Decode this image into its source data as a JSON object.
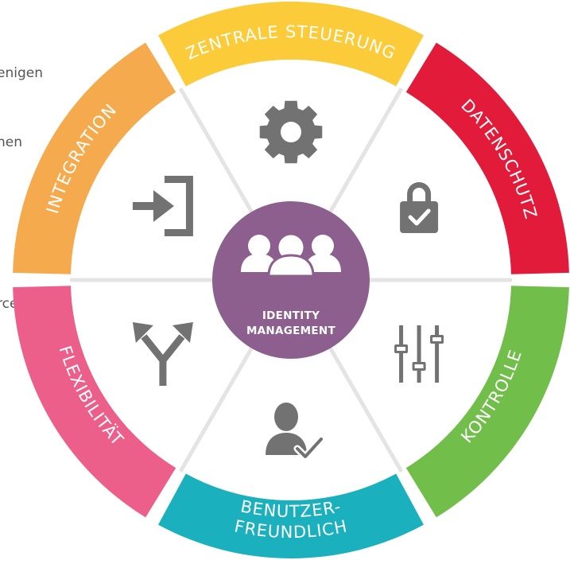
{
  "background_text": {
    "lines": [
      "enigen",
      "hen",
      "",
      "",
      "rce"
    ]
  },
  "center": {
    "label_line1": "IDENTITY",
    "label_line2": "MANAGEMENT",
    "color": "#8c5f8e",
    "icon": "users-group-icon"
  },
  "segments": [
    {
      "id": "zentrale-steuerung",
      "lines": [
        "ZENTRALE STEUERUNG"
      ],
      "color": "#fbcb3a",
      "icon": "gear-icon"
    },
    {
      "id": "datenschutz",
      "lines": [
        "DATENSCHUTZ"
      ],
      "color": "#e31b3a",
      "icon": "padlock-check-icon"
    },
    {
      "id": "kontrolle",
      "lines": [
        "KONTROLLE"
      ],
      "color": "#71be4a",
      "icon": "sliders-icon"
    },
    {
      "id": "benutzerfreundlich",
      "lines": [
        "BENUTZER-",
        "FREUNDLICH"
      ],
      "color": "#1ab0bd",
      "icon": "user-check-icon"
    },
    {
      "id": "flexibilitaet",
      "lines": [
        "FLEXIBILITÄT"
      ],
      "color": "#ec5f8b",
      "icon": "split-arrows-icon"
    },
    {
      "id": "integration",
      "lines": [
        "INTEGRATION"
      ],
      "color": "#f5ab4d",
      "icon": "sign-in-icon"
    }
  ],
  "colors": {
    "icon_gray": "#727272",
    "divider": "#e4e4e4"
  }
}
